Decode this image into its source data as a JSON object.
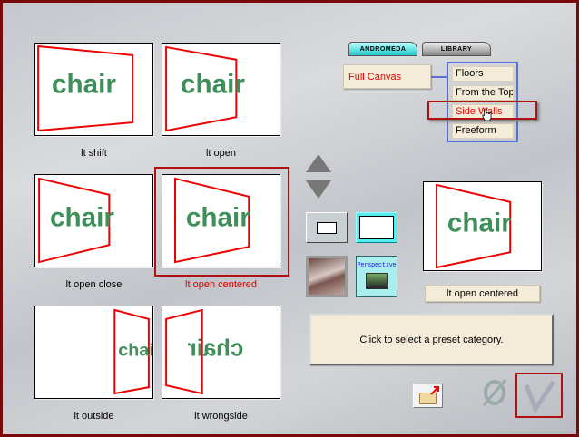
{
  "thumbnails": [
    {
      "label": "lt shift",
      "selected": false
    },
    {
      "label": "lt open",
      "selected": false
    },
    {
      "label": "lt open close",
      "selected": false
    },
    {
      "label": "lt open centered",
      "selected": true
    },
    {
      "label": "lt outside",
      "selected": false
    },
    {
      "label": "lt wrongside",
      "selected": false
    }
  ],
  "thumb_word": "chair",
  "tabs": {
    "andromeda": "ANDROMEDA",
    "library": "LIBRARY"
  },
  "category": "Full Canvas",
  "menu": [
    "Floors",
    "From the Top",
    "Side Walls",
    "Freeform"
  ],
  "menu_selected": "Side Walls",
  "perspective_label": "Perspective",
  "preview_label": "lt open centered",
  "message": "Click to select a preset category.",
  "colors": {
    "accent_red": "#b01010",
    "frame": "#7a0a0a",
    "menu_border": "#5a6ed8",
    "field_bg": "#f4ecd8",
    "chair_green": "#3f8f5a"
  }
}
